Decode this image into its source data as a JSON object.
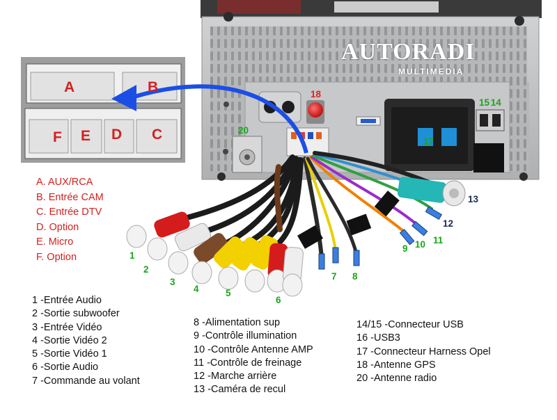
{
  "logo": {
    "brand": "AUTORADI",
    "sub": "MULTIMEDIA"
  },
  "connector_letters": [
    "A",
    "B",
    "C",
    "D",
    "E",
    "F"
  ],
  "connector_legend": [
    "A. AUX/RCA",
    "B. Entrée CAM",
    "C. Entrée DTV",
    "D. Option",
    "E. Micro",
    "F. Option"
  ],
  "unit_labels": {
    "n18": "18",
    "n15_14": "15 14",
    "n20": "20",
    "n17": "17"
  },
  "cable_labels": {
    "n1": "1",
    "n2": "2",
    "n3": "3",
    "n4": "4",
    "n5": "5",
    "n6": "6",
    "n7": "7",
    "n8": "8",
    "n9": "9",
    "n10": "10",
    "n11": "11",
    "n12": "12",
    "n13": "13"
  },
  "legend_col1": [
    "1 -Entrée Audio",
    "2 -Sortie subwoofer",
    "3 -Entrée Vidéo",
    "4 -Sortie Vidéo 2",
    "5 -Sortie Vidéo 1",
    "6 -Sortie Audio",
    "7 -Commande au volant"
  ],
  "legend_col2": [
    "8 -Alimentation sup",
    "9 -Contrôle illumination",
    "10 -Contrôle Antenne AMP",
    "11 -Contrôle de freinage",
    "12 -Marche arrière",
    "13 -Caméra de recul"
  ],
  "legend_col3": [
    "14/15 -Connecteur USB",
    "16 -USB3",
    "17 -Connecteur Harness Opel",
    "18 -Antenne GPS",
    "20 -Antenne radio"
  ],
  "colors": {
    "red": "#d42020",
    "green": "#1aa61a",
    "navy": "#1b2a55",
    "arrow": "#1a4ee6",
    "chassis": "#b9bbbd"
  }
}
